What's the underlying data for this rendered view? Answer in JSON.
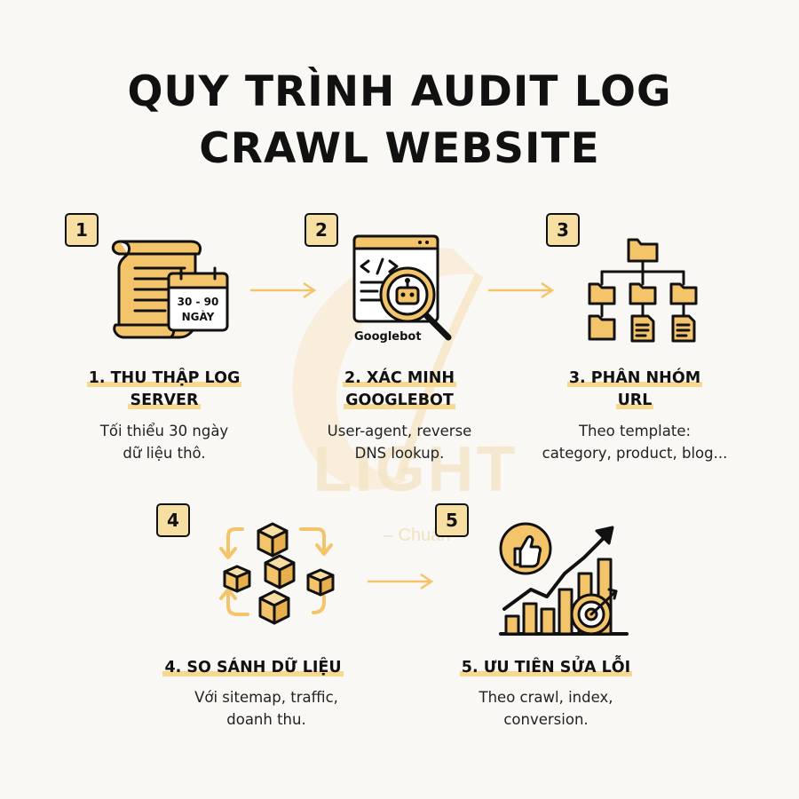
{
  "title": {
    "line1": "QUY TRÌNH AUDIT LOG",
    "line2": "CRAWL WEBSITE"
  },
  "watermark": {
    "brand": "LIGHT",
    "tagline": "– Chuẩn –"
  },
  "steps": [
    {
      "number": "1",
      "title_line1": "1. THU THẬP LOG",
      "title_line2": "SERVER",
      "desc_line1": "Tối thiểu 30 ngày",
      "desc_line2": "dữ liệu thô.",
      "icon_label_1": "30 - 90",
      "icon_label_2": "NGÀY",
      "icon": "scroll-calendar-icon"
    },
    {
      "number": "2",
      "title_line1": "2. XÁC MINH",
      "title_line2": "GOOGLEBOT",
      "desc_line1": "User-agent, reverse",
      "desc_line2": "DNS lookup.",
      "icon_label_1": "Googlebot",
      "icon": "browser-magnifier-robot-icon"
    },
    {
      "number": "3",
      "title_line1": "3. PHÂN NHÓM",
      "title_line2": "URL",
      "desc_line1": "Theo template:",
      "desc_line2": "category, product, blog...",
      "icon": "folder-tree-icon"
    },
    {
      "number": "4",
      "title_line1": "4. SO SÁNH DỮ LIỆU",
      "desc_line1": "Với sitemap, traffic,",
      "desc_line2": "doanh thu.",
      "icon": "cubes-cycle-icon"
    },
    {
      "number": "5",
      "title_line1": "5. ƯU TIÊN SỬA LỖI",
      "desc_line1": "Theo crawl, index,",
      "desc_line2": "conversion.",
      "icon": "growth-chart-thumbs-up-icon"
    }
  ],
  "colors": {
    "accent": "#f4c46a",
    "accent_light": "#f7dfa3",
    "ink": "#111111",
    "background": "#faf8f4"
  }
}
